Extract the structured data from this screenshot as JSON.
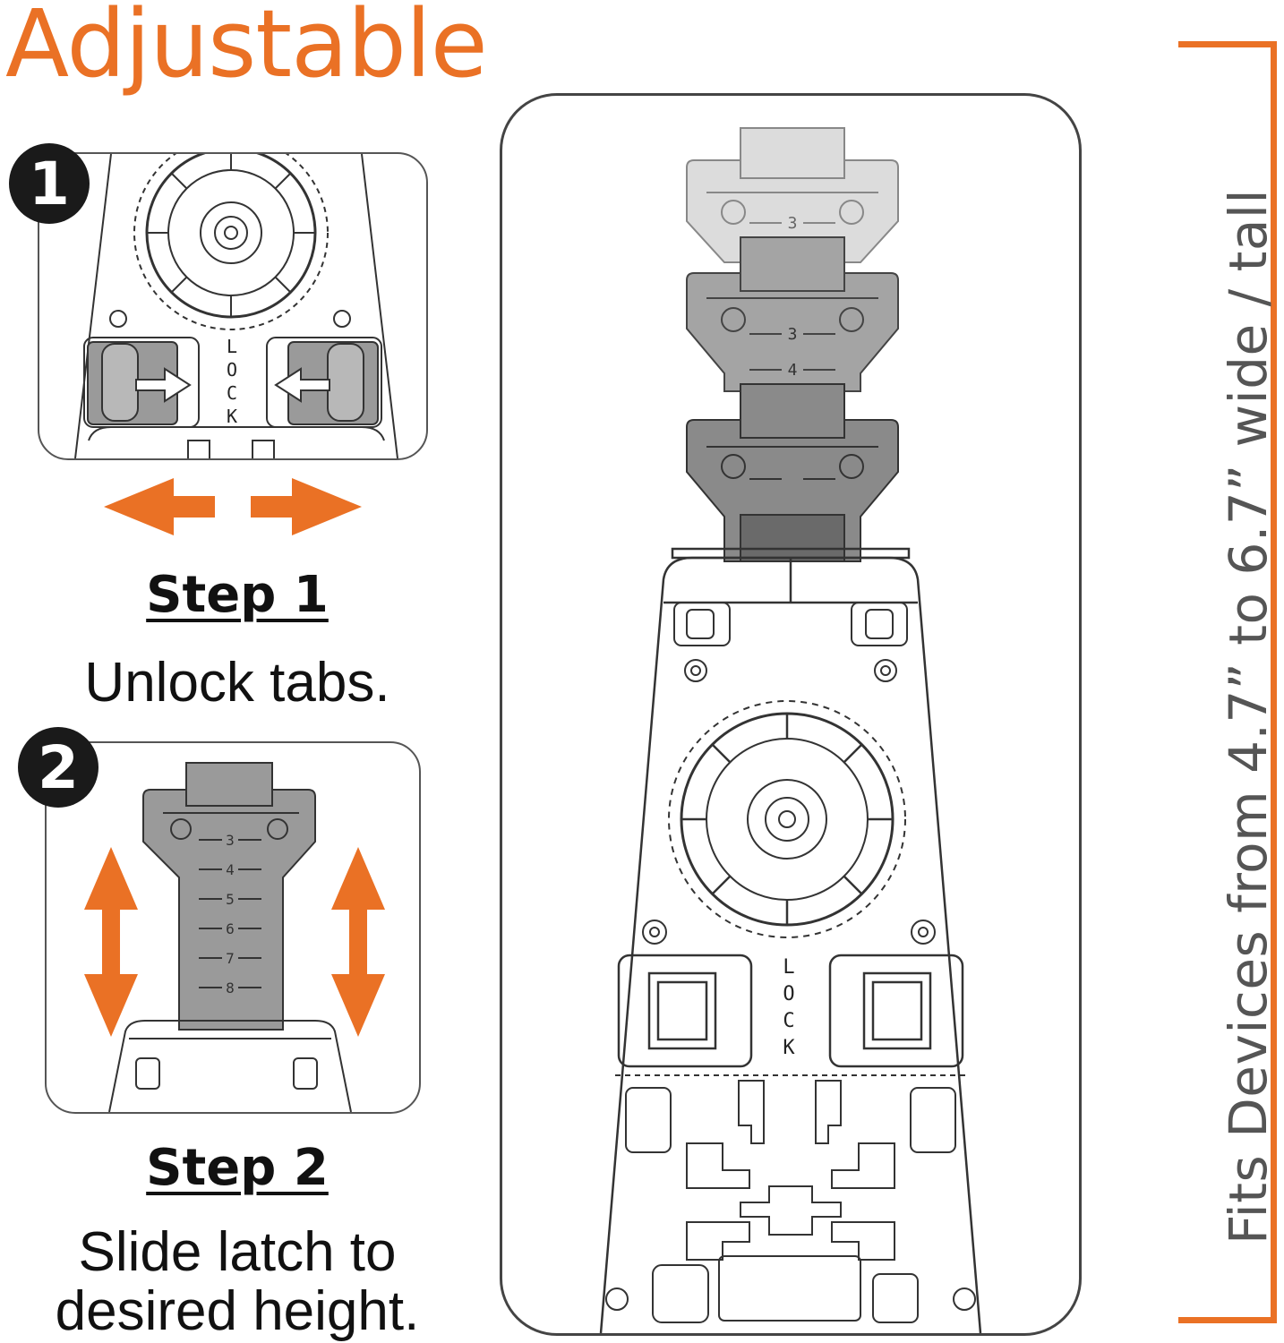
{
  "title": "Adjustable",
  "steps": [
    {
      "number": "1",
      "title": "Step 1",
      "description": "Unlock tabs."
    },
    {
      "number": "2",
      "title": "Step 2",
      "description": "Slide latch to desired height."
    }
  ],
  "lock_label": "LOCK",
  "scale_marks_panel2": [
    "3",
    "4",
    "5",
    "6",
    "7",
    "8"
  ],
  "scale_marks_main": [
    "3",
    "3",
    "4"
  ],
  "side_text": "Fits Devices from 4.7” to 6.7” wide / tall",
  "colors": {
    "accent": "#ea7125",
    "badge": "#1a1a1a",
    "latch_light": "#dcdcdc",
    "latch_mid": "#a4a4a4",
    "latch_dark": "#8a8a8a"
  },
  "icons": [
    "arrow-left-right-icon",
    "arrow-up-down-icon",
    "step-badge-icon"
  ]
}
